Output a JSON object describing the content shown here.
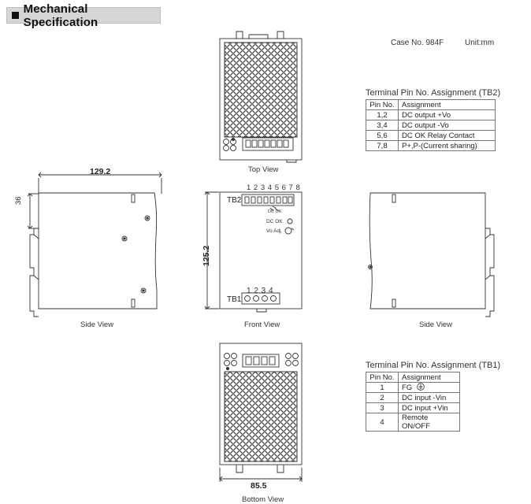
{
  "header": {
    "title": "Mechanical Specification"
  },
  "meta": {
    "case_no": "Case No. 984F",
    "unit": "Unit:mm"
  },
  "views": {
    "top": "Top View",
    "side_left": "Side View",
    "front": "Front View",
    "side_right": "Side View",
    "bottom": "Bottom View"
  },
  "dimensions": {
    "width_side": "129.2",
    "depth_rail": "36",
    "height_front": "125.2",
    "width_bottom": "85.5"
  },
  "front_panel": {
    "tb2_label": "TB2",
    "tb2_pins": "1 2 3 4 5 6 7 8",
    "tb1_label": "TB1",
    "tb1_pins": "1  2  3  4",
    "dc_ok_top": "DC OK",
    "dc_ok_led": "DC OK",
    "vo_adj": "Vo  Adj."
  },
  "tb2_table": {
    "title": "Terminal Pin No.  Assignment (TB2)",
    "headers": [
      "Pin No.",
      "Assignment"
    ],
    "rows": [
      [
        "1,2",
        "DC output  +Vo"
      ],
      [
        "3,4",
        "DC output  -Vo"
      ],
      [
        "5,6",
        "DC OK Relay Contact"
      ],
      [
        "7,8",
        "P+,P-(Current sharing)"
      ]
    ]
  },
  "tb1_table": {
    "title": "Terminal Pin No.  Assignment (TB1)",
    "headers": [
      "Pin No.",
      "Assignment"
    ],
    "rows": [
      [
        "1",
        "FG"
      ],
      [
        "2",
        "DC input  -Vin"
      ],
      [
        "3",
        "DC input  +Vin"
      ],
      [
        "4",
        "Remote ON/OFF"
      ]
    ]
  },
  "colors": {
    "line": "#333333",
    "header_bg": "#d6d6d6"
  }
}
